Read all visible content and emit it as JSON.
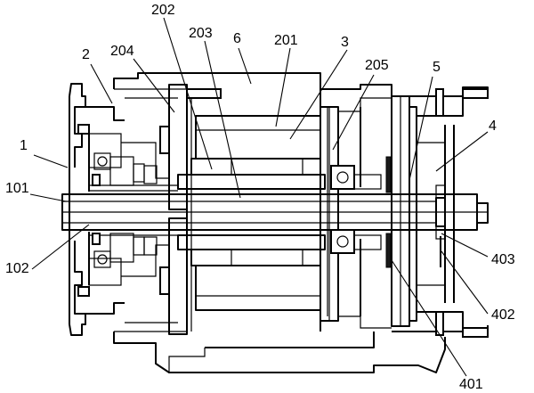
{
  "labels": {
    "l1": "1",
    "l2": "2",
    "l3": "3",
    "l4": "4",
    "l5": "5",
    "l6": "6",
    "l101": "101",
    "l102": "102",
    "l201": "201",
    "l202": "202",
    "l203": "203",
    "l204": "204",
    "l205": "205",
    "l401": "401",
    "l402": "402",
    "l403": "403"
  }
}
